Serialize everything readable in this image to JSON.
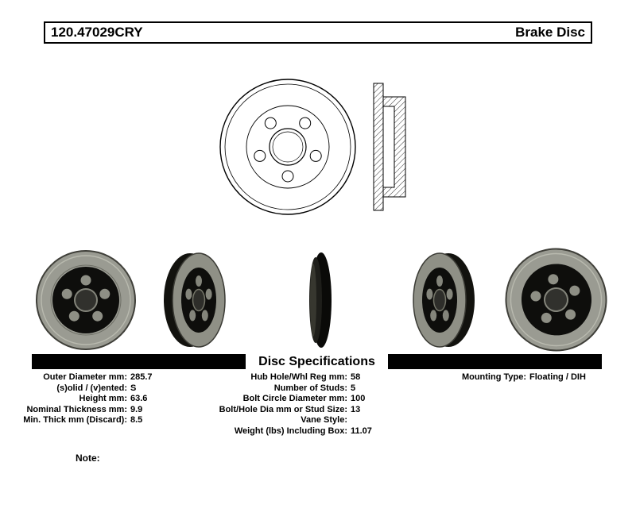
{
  "colors": {
    "text": "#000000",
    "background": "#ffffff",
    "divider_bar": "#000000"
  },
  "header": {
    "part_number": "120.47029CRY",
    "product_type": "Brake Disc"
  },
  "images": {
    "technical_front": "line-drawing-disc-front-view",
    "technical_side": "line-drawing-disc-cross-section",
    "photos": [
      "disc-front-view",
      "disc-angled-left-view",
      "disc-edge-view",
      "disc-angled-right-view",
      "disc-front-angled-view"
    ]
  },
  "specs": {
    "title": "Disc Specifications",
    "left": [
      {
        "label": "Outer Diameter mm:",
        "value": "285.7"
      },
      {
        "label": "(s)olid / (v)ented:",
        "value": "S"
      },
      {
        "label": "Height mm:",
        "value": "63.6"
      },
      {
        "label": "Nominal Thickness mm:",
        "value": "9.9"
      },
      {
        "label": "Min. Thick mm (Discard):",
        "value": "8.5"
      }
    ],
    "center": [
      {
        "label": "Hub Hole/Whl Reg mm:",
        "value": "58"
      },
      {
        "label": "Number of Studs:",
        "value": "5"
      },
      {
        "label": "Bolt Circle Diameter mm:",
        "value": "100"
      },
      {
        "label": "Bolt/Hole Dia mm or Stud Size:",
        "value": "13"
      },
      {
        "label": "Vane Style:",
        "value": ""
      },
      {
        "label": "Weight (lbs) Including Box:",
        "value": "11.07"
      }
    ],
    "right": [
      {
        "label": "Mounting Type:",
        "value": "Floating / DIH"
      }
    ]
  },
  "note_label": "Note:"
}
